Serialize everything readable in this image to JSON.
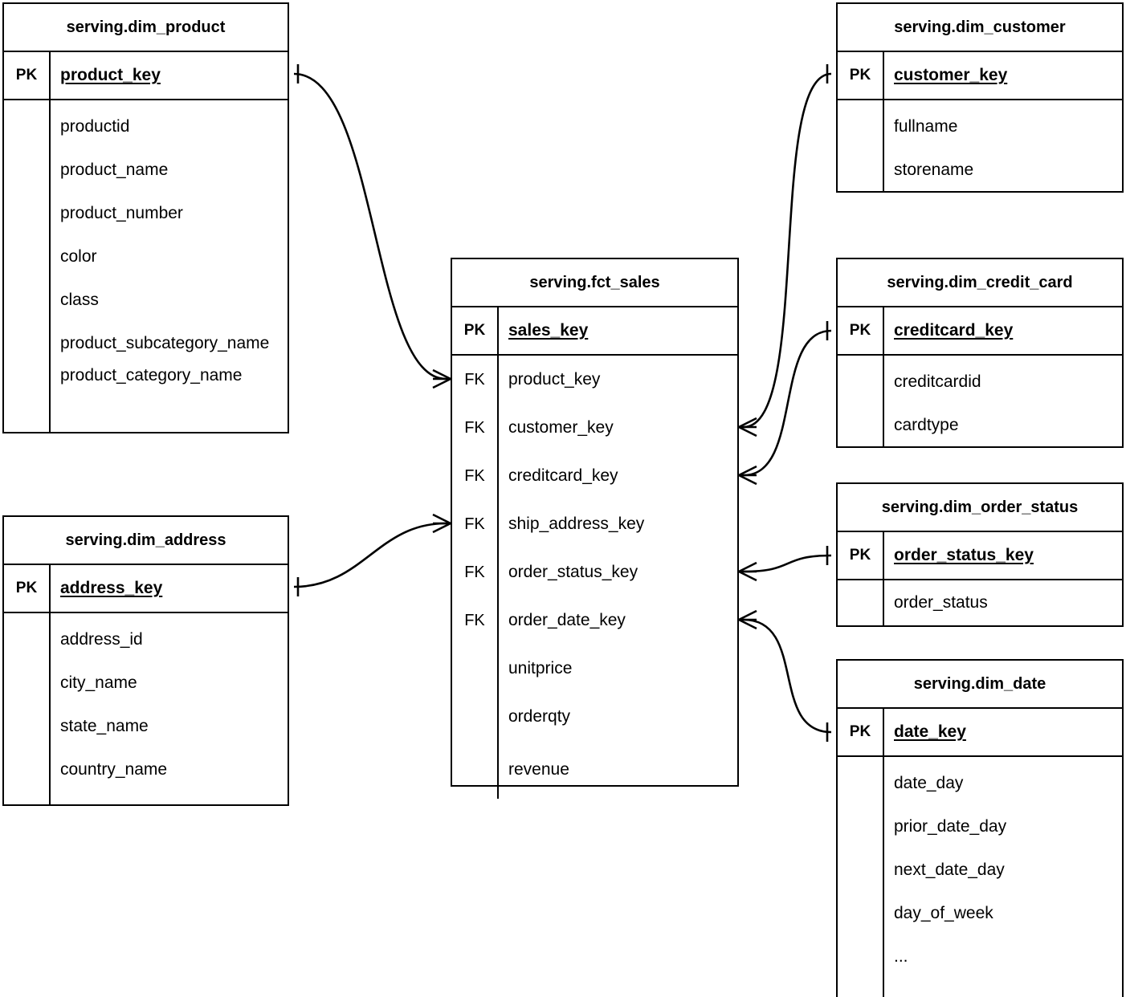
{
  "diagram": {
    "kind": "entity-relationship-diagram",
    "notation": "crow's-foot",
    "background_color": "#ffffff",
    "line_color": "#000000",
    "text_color": "#000000"
  },
  "entities": [
    {
      "id": "dim_product",
      "title": "serving.dim_product",
      "pk_label": "PK",
      "pk_field": "product_key",
      "attributes": [
        "productid",
        "product_name",
        "product_number",
        "color",
        "class",
        "product_subcategory_name",
        "product_category_name"
      ]
    },
    {
      "id": "dim_address",
      "title": "serving.dim_address",
      "pk_label": "PK",
      "pk_field": "address_key",
      "attributes": [
        "address_id",
        "city_name",
        "state_name",
        "country_name"
      ]
    },
    {
      "id": "fct_sales",
      "title": "serving.fct_sales",
      "pk_label": "PK",
      "pk_field": "sales_key",
      "fk_label": "FK",
      "foreign_keys": [
        "product_key",
        "customer_key",
        "creditcard_key",
        "ship_address_key",
        "order_status_key",
        "order_date_key"
      ],
      "attributes": [
        "unitprice",
        "orderqty",
        "revenue"
      ]
    },
    {
      "id": "dim_customer",
      "title": "serving.dim_customer",
      "pk_label": "PK",
      "pk_field": "customer_key",
      "attributes": [
        "fullname",
        "storename"
      ]
    },
    {
      "id": "dim_credit_card",
      "title": "serving.dim_credit_card",
      "pk_label": "PK",
      "pk_field": "creditcard_key",
      "attributes": [
        "creditcardid",
        "cardtype"
      ]
    },
    {
      "id": "dim_order_status",
      "title": "serving.dim_order_status",
      "pk_label": "PK",
      "pk_field": "order_status_key",
      "attributes": [
        "order_status"
      ]
    },
    {
      "id": "dim_date",
      "title": "serving.dim_date",
      "pk_label": "PK",
      "pk_field": "date_key",
      "attributes": [
        "date_day",
        "prior_date_day",
        "next_date_day",
        "day_of_week",
        "..."
      ]
    }
  ],
  "relationships": [
    {
      "from": "dim_product",
      "from_field": "product_key",
      "to": "fct_sales",
      "to_field": "product_key",
      "from_cardinality": "one",
      "to_cardinality": "many"
    },
    {
      "from": "dim_address",
      "from_field": "address_key",
      "to": "fct_sales",
      "to_field": "ship_address_key",
      "from_cardinality": "one",
      "to_cardinality": "many"
    },
    {
      "from": "dim_customer",
      "from_field": "customer_key",
      "to": "fct_sales",
      "to_field": "customer_key",
      "from_cardinality": "one",
      "to_cardinality": "many"
    },
    {
      "from": "dim_credit_card",
      "from_field": "creditcard_key",
      "to": "fct_sales",
      "to_field": "creditcard_key",
      "from_cardinality": "one",
      "to_cardinality": "many"
    },
    {
      "from": "dim_order_status",
      "from_field": "order_status_key",
      "to": "fct_sales",
      "to_field": "order_status_key",
      "from_cardinality": "one",
      "to_cardinality": "many"
    },
    {
      "from": "dim_date",
      "from_field": "date_key",
      "to": "fct_sales",
      "to_field": "order_date_key",
      "from_cardinality": "one",
      "to_cardinality": "many"
    }
  ]
}
